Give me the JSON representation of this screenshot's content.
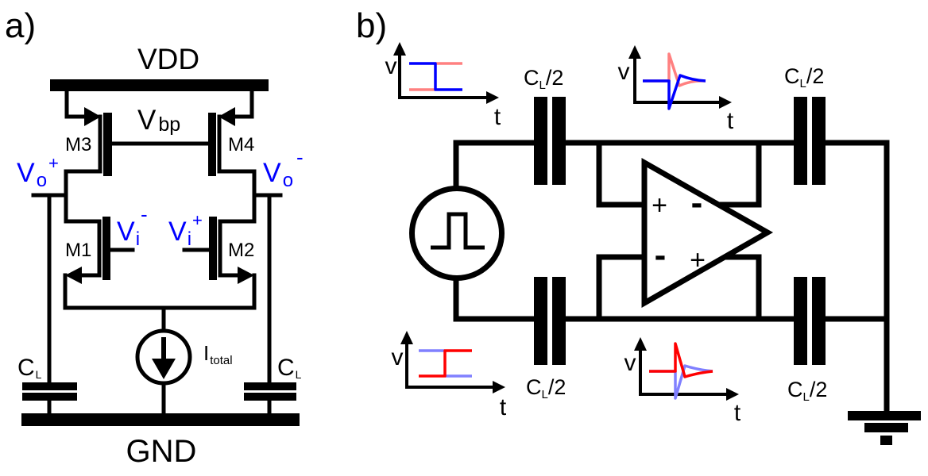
{
  "colors": {
    "ink": "#000000",
    "background": "#ffffff",
    "label_blue": "#0000ff",
    "signal_blue": "#0000ff",
    "signal_red": "#ff0000",
    "faded_red": "#ff8080",
    "faded_blue": "#8080ff"
  },
  "panel_a": {
    "label": "a)",
    "vdd": "VDD",
    "gnd": "GND",
    "vbp": {
      "main": "V",
      "sub": "bp"
    },
    "m1": "M1",
    "m2": "M2",
    "m3": "M3",
    "m4": "M4",
    "vo_plus": {
      "main": "V",
      "sub": "o",
      "sup": "+"
    },
    "vo_minus": {
      "main": "V",
      "sub": "o",
      "sup": "-"
    },
    "vi_minus": {
      "main": "V",
      "sub": "i",
      "sup": "-"
    },
    "vi_plus": {
      "main": "V",
      "sub": "i",
      "sup": "+"
    },
    "itotal": {
      "main": "I",
      "sub": "total"
    },
    "cl_left": {
      "main": "C",
      "sub": "L"
    },
    "cl_right": {
      "main": "C",
      "sub": "L"
    }
  },
  "panel_b": {
    "label": "b)",
    "caps": [
      {
        "position": "top-left",
        "main": "C",
        "sub": "L",
        "suffix": "/2"
      },
      {
        "position": "top-right",
        "main": "C",
        "sub": "L",
        "suffix": "/2"
      },
      {
        "position": "bottom-left",
        "main": "C",
        "sub": "L",
        "suffix": "/2"
      },
      {
        "position": "bottom-right",
        "main": "C",
        "sub": "L",
        "suffix": "/2"
      }
    ],
    "opamp": {
      "top_left": "+",
      "top_right": "-",
      "bottom_left": "-",
      "bottom_right": "+"
    },
    "insets": [
      {
        "position": "top-left",
        "kind": "step input",
        "v_label": "v",
        "t_label": "t",
        "bold_trace": "blue step down",
        "faded_trace": "red step up"
      },
      {
        "position": "top-middle",
        "kind": "settling response",
        "v_label": "v",
        "t_label": "t",
        "bold_trace": "blue dip then settle",
        "faded_trace": "red spike then settle"
      },
      {
        "position": "bottom-left",
        "kind": "step input",
        "v_label": "v",
        "t_label": "t",
        "bold_trace": "red step up",
        "faded_trace": "blue step down"
      },
      {
        "position": "bottom-middle",
        "kind": "settling response",
        "v_label": "v",
        "t_label": "t",
        "bold_trace": "red spike then settle",
        "faded_trace": "blue dip then settle"
      }
    ]
  }
}
